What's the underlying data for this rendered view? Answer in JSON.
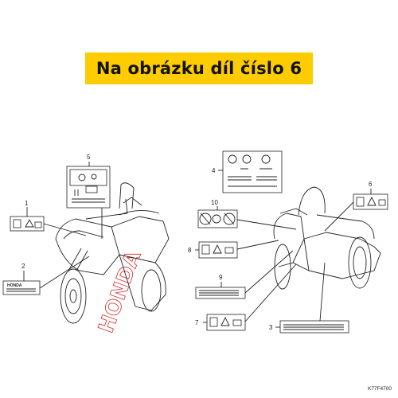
{
  "banner": {
    "text": "Na obrázku díl číslo 6",
    "color": "#ffcc00"
  },
  "callouts": [
    "1",
    "2",
    "3",
    "4",
    "5",
    "6",
    "7",
    "8",
    "9",
    "10"
  ],
  "diagram_code": "K77F4700",
  "watermark": {
    "text": "HONDA",
    "color": "#d92b2b"
  },
  "label2_logo": "HONDA"
}
